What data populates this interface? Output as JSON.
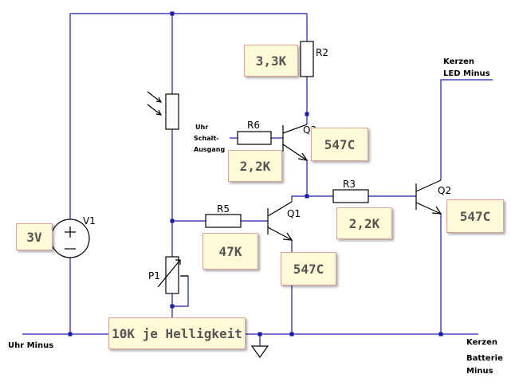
{
  "components": {
    "v1": "V1",
    "r2": "R2",
    "r6": "R6",
    "r5": "R5",
    "r3": "R3",
    "p1": "P1",
    "q1": "Q1",
    "q2": "Q2",
    "q3": "Q3"
  },
  "net_labels": {
    "uhr_schalt_1": "Uhr",
    "uhr_schalt_2": "Schalt-",
    "uhr_schalt_3": "Ausgang",
    "kerzen_led_1": "Kerzen",
    "kerzen_led_2": "LED Minus",
    "uhr_minus": "Uhr Minus",
    "kerzen_batt_1": "Kerzen",
    "kerzen_batt_2": "Batterie",
    "kerzen_batt_3": "Minus"
  },
  "notes": {
    "v1_value": "3V",
    "r2_value": "3,3K",
    "q3_value": "547C",
    "r6_value": "2,2K",
    "q2_value": "547C",
    "r3_value": "2,2K",
    "r5_value": "47K",
    "q1_value": "547C",
    "p1_value": "10K je Helligkeit"
  },
  "colors": {
    "wire": "#1a1aa8",
    "component": "#000000",
    "note_background": "#fffbd6",
    "note_border": "#e2a0a0"
  }
}
